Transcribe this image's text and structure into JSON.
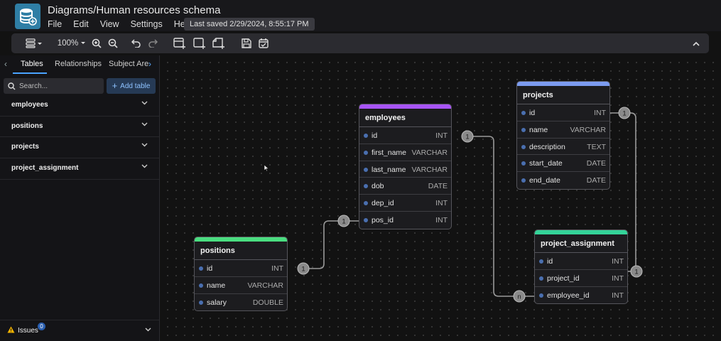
{
  "header": {
    "title": "Diagrams/Human resources schema",
    "menu": [
      "File",
      "Edit",
      "View",
      "Settings",
      "Help"
    ],
    "last_saved": "Last saved 2/29/2024, 8:55:17 PM"
  },
  "toolbar": {
    "zoom": "100%",
    "icons": [
      "layout-icon",
      "zoom-in-icon",
      "zoom-out-icon",
      "undo-icon",
      "redo-icon",
      "add-table-icon",
      "add-area-icon",
      "add-note-icon",
      "save-icon",
      "todo-icon",
      "collapse-icon"
    ]
  },
  "sidebar": {
    "tabs": [
      "Tables",
      "Relationships",
      "Subject Are"
    ],
    "search_placeholder": "Search...",
    "add_table_label": "Add table",
    "tables": [
      "employees",
      "positions",
      "projects",
      "project_assignment"
    ],
    "issues_label": "Issues",
    "issues_count": "0"
  },
  "diagram": {
    "tables": [
      {
        "name": "employees",
        "color": "#a855f7",
        "fields": [
          {
            "name": "id",
            "type": "INT"
          },
          {
            "name": "first_name",
            "type": "VARCHAR"
          },
          {
            "name": "last_name",
            "type": "VARCHAR"
          },
          {
            "name": "dob",
            "type": "DATE"
          },
          {
            "name": "dep_id",
            "type": "INT"
          },
          {
            "name": "pos_id",
            "type": "INT"
          }
        ]
      },
      {
        "name": "projects",
        "color": "#7c9cf0",
        "fields": [
          {
            "name": "id",
            "type": "INT"
          },
          {
            "name": "name",
            "type": "VARCHAR"
          },
          {
            "name": "description",
            "type": "TEXT"
          },
          {
            "name": "start_date",
            "type": "DATE"
          },
          {
            "name": "end_date",
            "type": "DATE"
          }
        ]
      },
      {
        "name": "positions",
        "color": "#4ade80",
        "fields": [
          {
            "name": "id",
            "type": "INT"
          },
          {
            "name": "name",
            "type": "VARCHAR"
          },
          {
            "name": "salary",
            "type": "DOUBLE"
          }
        ]
      },
      {
        "name": "project_assignment",
        "color": "#34d399",
        "fields": [
          {
            "name": "id",
            "type": "INT"
          },
          {
            "name": "project_id",
            "type": "INT"
          },
          {
            "name": "employee_id",
            "type": "INT"
          }
        ]
      }
    ],
    "cardinality": {
      "employees_id": "1",
      "projects_id": "1",
      "employees_pos_id": "1",
      "positions_id": "1",
      "assignment_project_id": "1",
      "assignment_employee_id": "n"
    }
  }
}
